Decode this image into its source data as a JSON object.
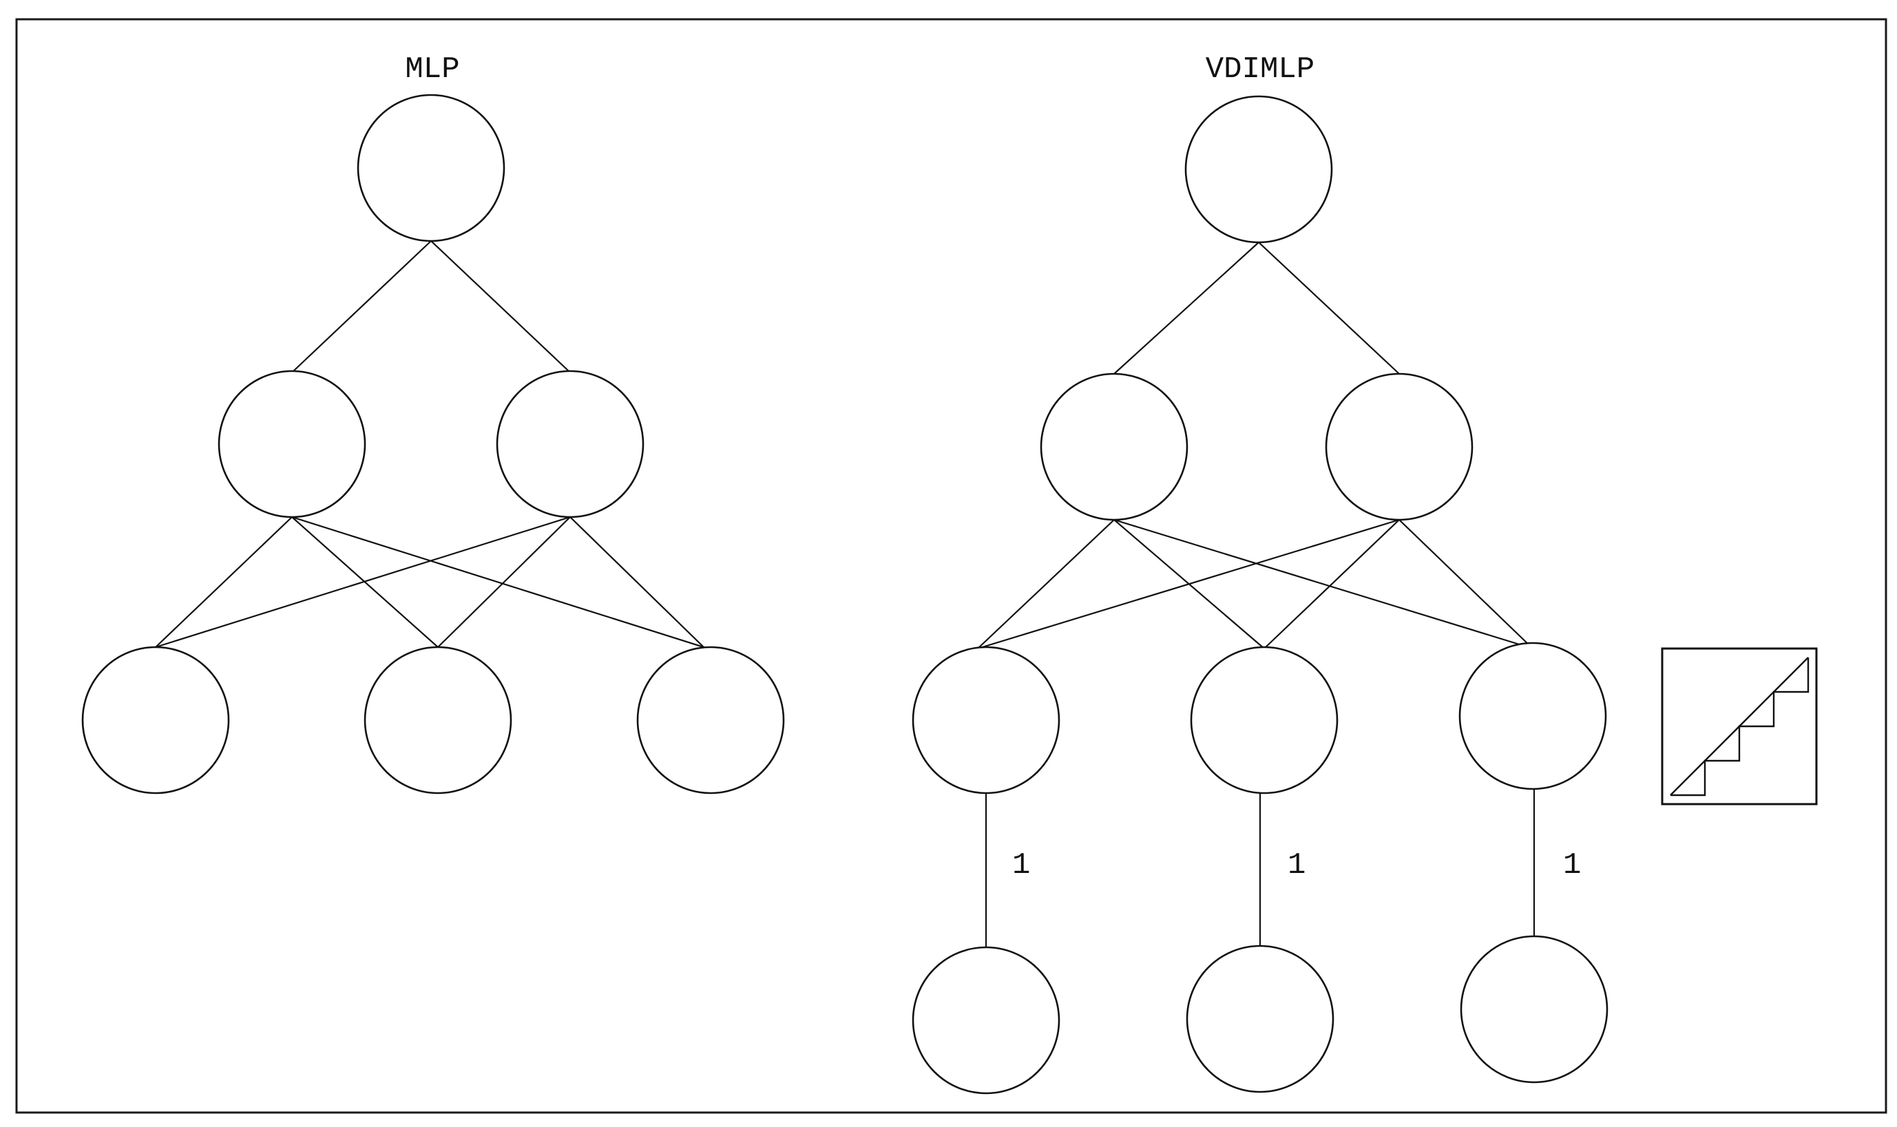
{
  "diagram": {
    "colors": {
      "stroke": "#111111",
      "background": "#ffffff"
    },
    "mlp": {
      "title": "MLP",
      "layers": [
        1,
        2,
        3
      ]
    },
    "vdimlp": {
      "title": "VDIMLP",
      "layers": [
        1,
        2,
        3,
        3
      ],
      "weight_labels": [
        "1",
        "1",
        "1"
      ]
    },
    "legend_icon": "staircase-step-function-icon"
  }
}
